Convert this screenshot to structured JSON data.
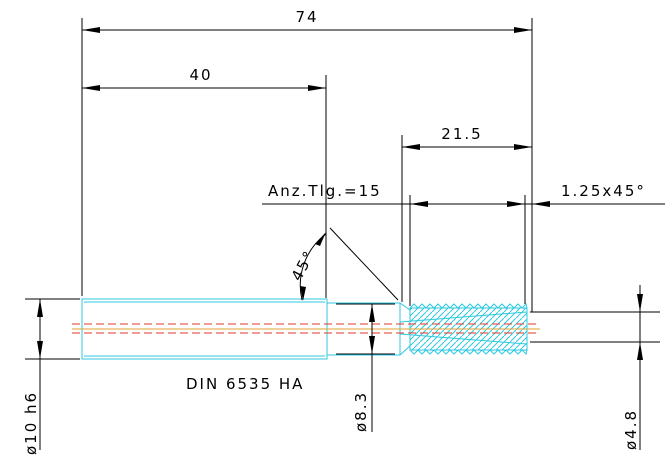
{
  "dimensions": {
    "overall_length": "74",
    "shank_length": "40",
    "thread_length": "21.5",
    "thread_count": "Anz.Tlg.=15",
    "chamfer": "1.25x45°",
    "angle": "45°",
    "shank_diameter": "ø10 h6",
    "neck_diameter": "ø8.3",
    "tip_diameter": "ø4.8"
  },
  "standard_label": "DIN 6535 HA",
  "colors": {
    "part_outline": "#2fc8e0",
    "center_line": "#e23a2a",
    "axis_line": "#e0a030",
    "dimension": "#000000"
  }
}
